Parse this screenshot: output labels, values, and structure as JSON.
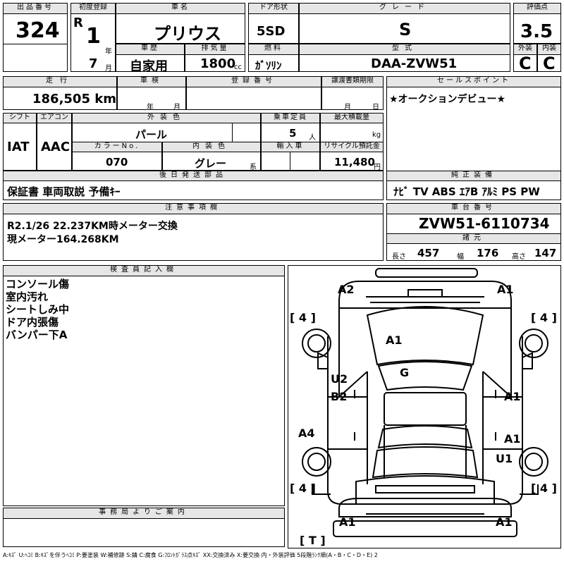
{
  "header": {
    "lot_no_label": "出品番号",
    "lot_no": "324",
    "reg_label": "初度登録",
    "reg_era": "R",
    "reg_year": "1",
    "reg_year_unit": "年",
    "reg_month": "7",
    "reg_month_unit": "月",
    "car_name_label": "車名",
    "car_name": "プリウス",
    "use_label": "車歴",
    "use": "自家用",
    "displacement_label": "排気量",
    "displacement": "1800",
    "displacement_unit": "cc",
    "door_label": "ドア形状",
    "door": "5SD",
    "fuel_label": "燃料",
    "fuel": "ｶﾞｿﾘﾝ",
    "grade_label": "グレード",
    "grade": "S",
    "model_label": "型式",
    "model": "DAA-ZVW51",
    "score_label": "評価点",
    "score": "3.5",
    "ext_label": "外装",
    "ext": "C",
    "int_label": "内装",
    "int": "C"
  },
  "row2": {
    "mileage_label": "走行",
    "mileage": "186,505 km($)",
    "inspection_label": "車検",
    "insp_year": "年",
    "insp_month": "月",
    "reg_no_label": "登録番号",
    "transfer_label": "譲渡書類期限",
    "transfer_month": "月",
    "transfer_day": "日",
    "selling_label": "セールスポイント",
    "selling": "★オークションデビュー★"
  },
  "row3": {
    "shift_label": "シフト",
    "shift": "IAT",
    "ac_label": "エアコン",
    "ac": "AAC",
    "color_label": "外装色",
    "color": "パール",
    "capacity_label": "乗車定員",
    "capacity": "5",
    "capacity_unit": "人",
    "load_label": "最大積載量",
    "load_unit": "kg",
    "color_no_label": "カラーNo.",
    "color_no": "070",
    "int_color_label": "内装色",
    "int_color": "グレー",
    "int_color_unit": "系",
    "import_label": "輸入車",
    "recycle_label": "リサイクル預託金",
    "recycle": "11,480",
    "recycle_unit": "円",
    "later_label": "後日発送部品",
    "later": "保証書 車両取説 予備ｷｰ",
    "equip_label": "純正装備",
    "equip": "ﾅﾋﾞ TV ABS ｴｱB ｱﾙﾐ PS PW"
  },
  "notes": {
    "label": "注意事項欄",
    "line1": "R2.1/26 22.237KM時メーター交換",
    "line2": "現メーター164.268KM"
  },
  "chassis": {
    "label": "車台番号",
    "number": "ZVW51-6110734",
    "spec_label": "諸元",
    "length_label": "長さ",
    "length": "457",
    "width_label": "幅",
    "width": "176",
    "height_label": "高さ",
    "height": "147"
  },
  "inspector": {
    "label": "検査員記入欄",
    "lines": [
      "コンソール傷",
      "室内汚れ",
      "シートしみ中",
      "ドア内張傷",
      "バンパー下A"
    ]
  },
  "office": {
    "label": "事務局よりご案内"
  },
  "diagram": {
    "marks": {
      "front_left": "A2",
      "front_right": "A1",
      "hood": "A1",
      "roof": "G",
      "left_door_u": "U2",
      "left_door_b": "B2",
      "right_front_door": "A1",
      "right_rear_door": "A1",
      "right_rear_u": "U1",
      "left_rear_qtr": "A4",
      "rear_left": "A1",
      "rear_right": "A1",
      "tire_fl": "[ 4 ]",
      "tire_fr": "[ 4 ]",
      "tire_rl": "[ 4 ]",
      "tire_rr": "[ 4 ]",
      "trunk": "[ T ]"
    }
  },
  "legend": "A:ｷｽﾞ U:ﾍｺﾐ B:ｷｽﾞを伴うﾍｺﾐ P:要塗装 W:補修跡 S:錆 C:腐食 G:ﾌﾛﾝﾄｶﾞﾗｽ点ｷｽﾞ XX:交換済み X:要交換 内・外装評価 5段階ﾗﾝｸ順(A・B・C・D・E) 2"
}
